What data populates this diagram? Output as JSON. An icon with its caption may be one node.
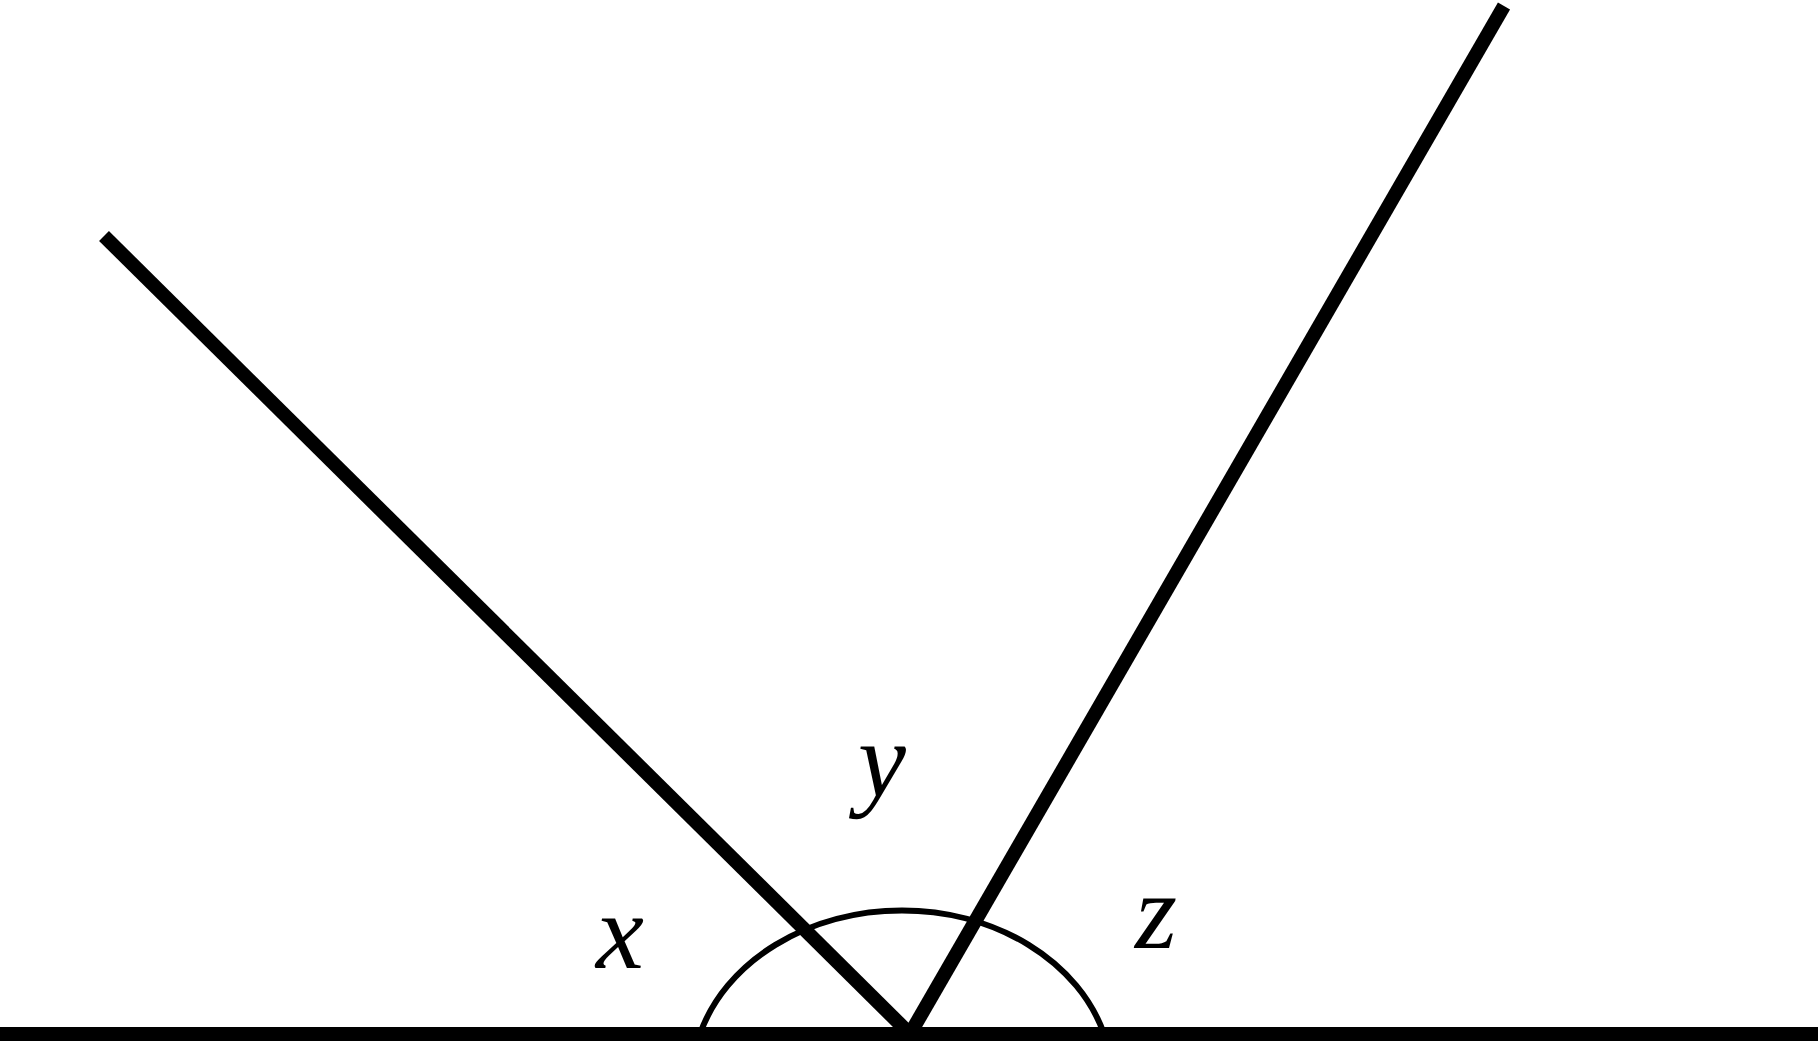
{
  "diagram": {
    "labels": [
      "x",
      "y",
      "z"
    ]
  }
}
